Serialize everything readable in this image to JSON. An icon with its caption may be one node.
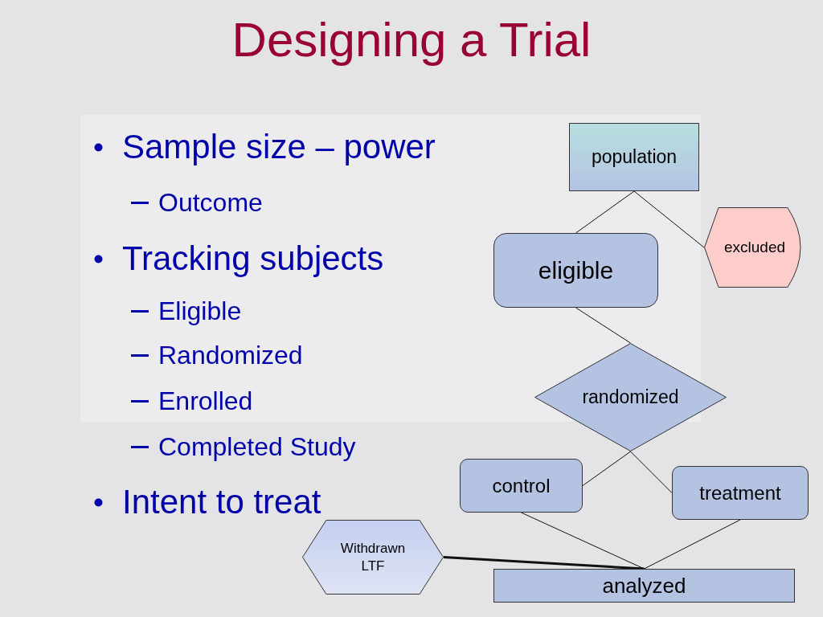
{
  "diagram": {
    "title": "Designing a Trial",
    "nodes": [
      {
        "text": [
          "population"
        ]
      },
      {
        "text": [
          "excluded"
        ]
      },
      {
        "text": [
          "eligible"
        ]
      },
      {
        "text": [
          "randomized"
        ]
      },
      {
        "text": [
          "control"
        ]
      },
      {
        "text": [
          "treatment"
        ]
      },
      {
        "text": [
          "Withdrawn LTF"
        ]
      },
      {
        "text": [
          "analyzed"
        ]
      }
    ],
    "edges": [
      {
        "from": 0,
        "to": 2,
        "arrow": "none"
      },
      {
        "from": 0,
        "to": 1,
        "arrow": "none"
      },
      {
        "from": 2,
        "to": 3,
        "arrow": "none"
      },
      {
        "from": 3,
        "to": 4,
        "arrow": "none"
      },
      {
        "from": 3,
        "to": 5,
        "arrow": "none"
      },
      {
        "from": 4,
        "to": 7,
        "arrow": "none"
      },
      {
        "from": 5,
        "to": 7,
        "arrow": "none"
      },
      {
        "from": 6,
        "to": 7,
        "arrow": "none",
        "style": "thick"
      }
    ],
    "labels": [
      "Sample size – power",
      "Outcome",
      "Tracking subjects",
      "Eligible",
      "Randomized",
      "Enrolled",
      "Completed Study",
      "Intent to treat"
    ]
  }
}
